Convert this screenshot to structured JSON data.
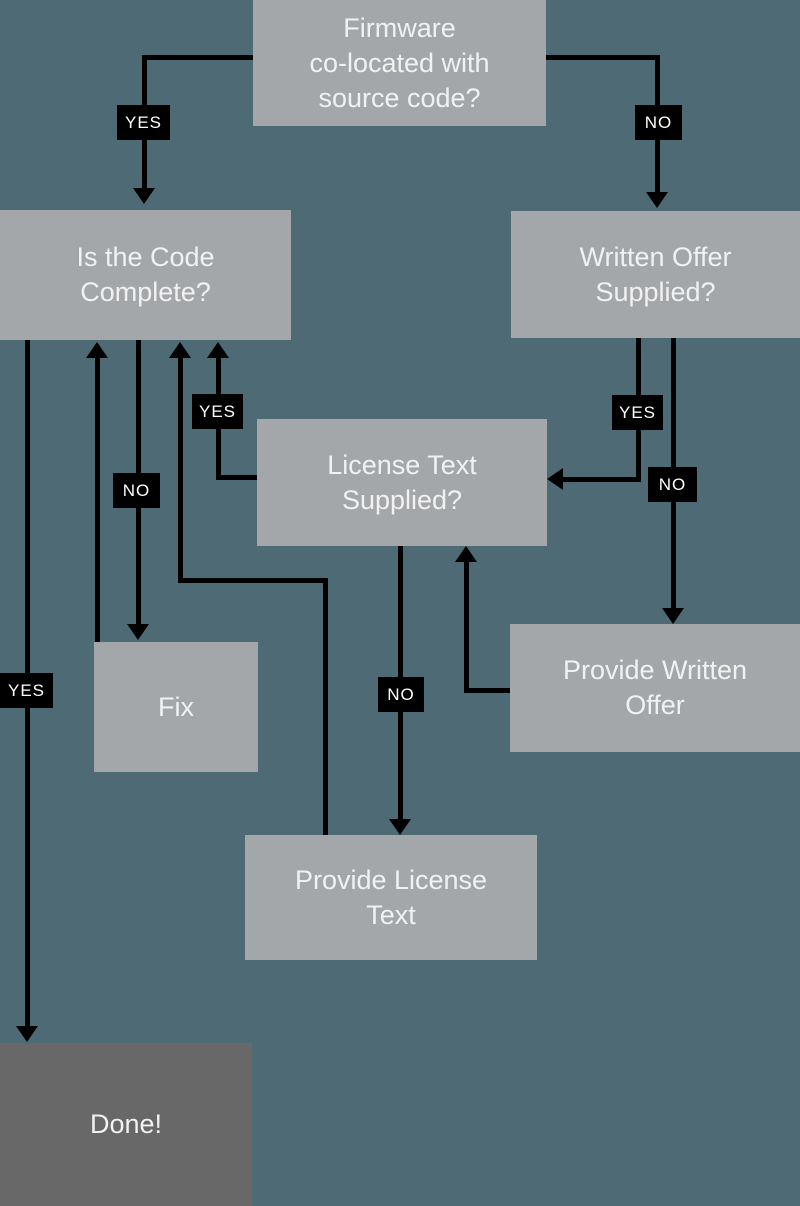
{
  "colors": {
    "background": "#4e6b75",
    "node_fill": "#a4a7aa",
    "done_fill": "#686868",
    "connector": "#000000",
    "node_text": "#f1f1f1",
    "badge_bg": "#000000",
    "badge_text": "#ffffff"
  },
  "nodes": {
    "firmware": {
      "lines": [
        "Firmware",
        "co-located with",
        "source code?"
      ]
    },
    "code_complete": {
      "lines": [
        "Is the Code",
        "Complete?"
      ]
    },
    "written_offer": {
      "lines": [
        "Written Offer",
        "Supplied?"
      ]
    },
    "license_text": {
      "lines": [
        "License Text",
        "Supplied?"
      ]
    },
    "fix": {
      "lines": [
        "Fix"
      ]
    },
    "provide_written_offer": {
      "lines": [
        "Provide Written",
        "Offer"
      ]
    },
    "provide_license_text": {
      "lines": [
        "Provide License",
        "Text"
      ]
    },
    "done": {
      "lines": [
        "Done!"
      ]
    }
  },
  "edges": {
    "firmware_yes": {
      "label": "YES",
      "from": "firmware",
      "to": "code_complete"
    },
    "firmware_no": {
      "label": "NO",
      "from": "firmware",
      "to": "written_offer"
    },
    "code_complete_yes": {
      "label": "YES",
      "from": "code_complete",
      "to": "done"
    },
    "code_complete_no": {
      "label": "NO",
      "from": "code_complete",
      "to": "fix"
    },
    "fix_return": {
      "label": "",
      "from": "fix",
      "to": "code_complete"
    },
    "license_text_yes": {
      "label": "YES",
      "from": "license_text",
      "to": "code_complete"
    },
    "license_text_no": {
      "label": "NO",
      "from": "license_text",
      "to": "provide_license_text"
    },
    "written_offer_yes": {
      "label": "YES",
      "from": "written_offer",
      "to": "license_text"
    },
    "written_offer_no": {
      "label": "NO",
      "from": "written_offer",
      "to": "provide_written_offer"
    },
    "provide_written_offer_return": {
      "label": "",
      "from": "provide_written_offer",
      "to": "license_text"
    },
    "provide_license_text_return": {
      "label": "",
      "from": "provide_license_text",
      "to": "code_complete"
    }
  }
}
